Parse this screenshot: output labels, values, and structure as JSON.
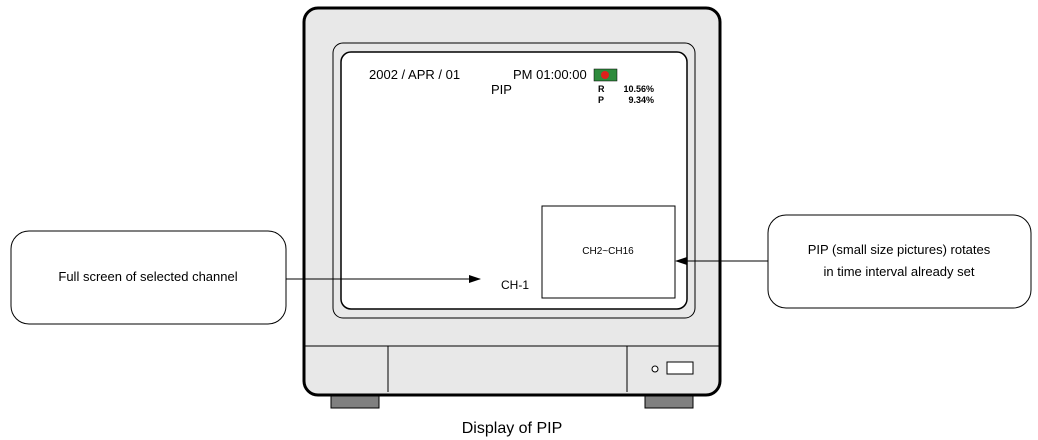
{
  "screen": {
    "date": "2002 / APR / 01",
    "time": "PM 01:00:00",
    "mode_label": "PIP",
    "r_label": "R",
    "r_value": "10.56%",
    "p_label": "P",
    "p_value": "9.34%",
    "main_channel": "CH-1",
    "pip_channels": "CH2~CH16"
  },
  "callouts": {
    "left": "Full screen of selected channel",
    "right_line1": "PIP (small size pictures) rotates",
    "right_line2": "in time interval already set"
  },
  "caption": "Display of PIP",
  "colors": {
    "record_indicator_bg": "#2e8b3c",
    "record_indicator_dot": "#e0201c",
    "foot_fill": "#808080"
  }
}
